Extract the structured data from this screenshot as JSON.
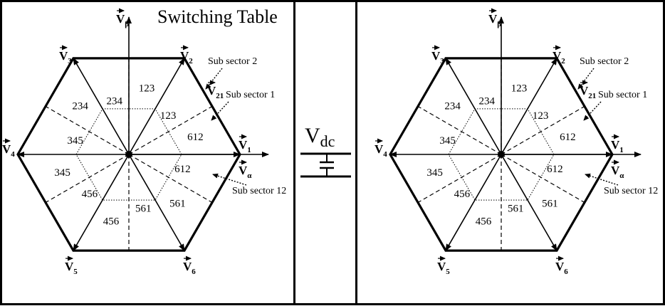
{
  "title": "Switching Table",
  "dc_source": {
    "symbol": "V",
    "subscript": "dc"
  },
  "axes": {
    "alpha": {
      "symbol": "V",
      "subscript": "α"
    },
    "beta": {
      "symbol": "V",
      "subscript": "β"
    }
  },
  "vectors": [
    {
      "symbol": "V",
      "subscript": "1"
    },
    {
      "symbol": "V",
      "subscript": "2"
    },
    {
      "symbol": "V",
      "subscript": "3"
    },
    {
      "symbol": "V",
      "subscript": "4"
    },
    {
      "symbol": "V",
      "subscript": "5"
    },
    {
      "symbol": "V",
      "subscript": "6"
    }
  ],
  "extra_vector": {
    "symbol": "V",
    "subscript": "21"
  },
  "outer_labels": [
    "612",
    "123",
    "234",
    "345",
    "456",
    "561"
  ],
  "inner_labels": [
    "612",
    "123",
    "234",
    "345",
    "456",
    "561"
  ],
  "annotations": {
    "sub_sector_2": "Sub sector 2",
    "sub_sector_1": "Sub sector 1",
    "sub_sector_12": "Sub sector 12"
  }
}
